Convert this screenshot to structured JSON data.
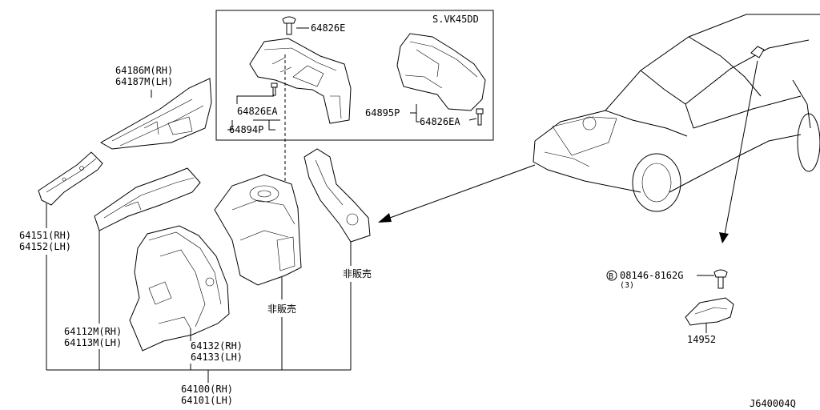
{
  "diagram": {
    "inset_variant": "S.VK45DD",
    "diagram_code": "J640004Q",
    "callouts": {
      "p64826E": "64826E",
      "p64826EA_left": "64826EA",
      "p64894P": "64894P",
      "p64895P": "64895P",
      "p64826EA_right": "64826EA",
      "p64186M": "64186M(RH)",
      "p64187M": "64187M(LH)",
      "p64151": "64151(RH)",
      "p64152": "64152(LH)",
      "p64112M": "64112M(RH)",
      "p64113M": "64113M(LH)",
      "p64132": "64132(RH)",
      "p64133": "64133(LH)",
      "p64100": "64100(RH)",
      "p64101": "64101(LH)",
      "not_for_sale_center": "非販売",
      "not_for_sale_right": "非販売",
      "bolt_marker": "B",
      "bolt_part": "08146-8162G",
      "bolt_qty": "(3)",
      "p14952": "14952"
    }
  }
}
